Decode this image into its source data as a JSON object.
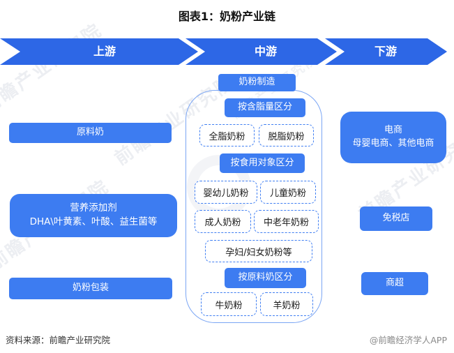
{
  "title": "图表1：奶粉产业链",
  "flow_bar": {
    "segments": [
      {
        "label": "上游"
      },
      {
        "label": "中游"
      },
      {
        "label": "下游"
      }
    ]
  },
  "upstream": {
    "raw_milk": "原料奶",
    "additives": {
      "line1": "营养添加剂",
      "line2": "DHA\\叶黄素、叶酸、益生菌等"
    },
    "packaging": "奶粉包装"
  },
  "midstream": {
    "manufacturing": "奶粉制造",
    "groups": [
      {
        "header": "按含脂量区分",
        "items": [
          "全脂奶粉",
          "脱脂奶粉"
        ]
      },
      {
        "header": "按食用对象区分",
        "items": [
          "婴幼儿奶粉",
          "儿童奶粉",
          "成人奶粉",
          "中老年奶粉",
          "孕妇/妇女奶粉等"
        ]
      },
      {
        "header": "按原料奶区分",
        "items": [
          "牛奶粉",
          "羊奶粉"
        ]
      }
    ]
  },
  "downstream": {
    "ecommerce": {
      "line1": "电商",
      "line2": "母婴电商、其他电商"
    },
    "duty_free": "免税店",
    "supermarket": "商超"
  },
  "footer": {
    "source": "资料来源：前瞻产业研究院",
    "credit": "@前瞻经济学人APP"
  },
  "watermark": {
    "text": "前瞻产业研究院"
  },
  "colors": {
    "arrow_blue": "#2d67e6",
    "box_blue": "#3d7cf1",
    "dashed_border": "#3f7ef2",
    "container_border": "#7aa5f4"
  }
}
